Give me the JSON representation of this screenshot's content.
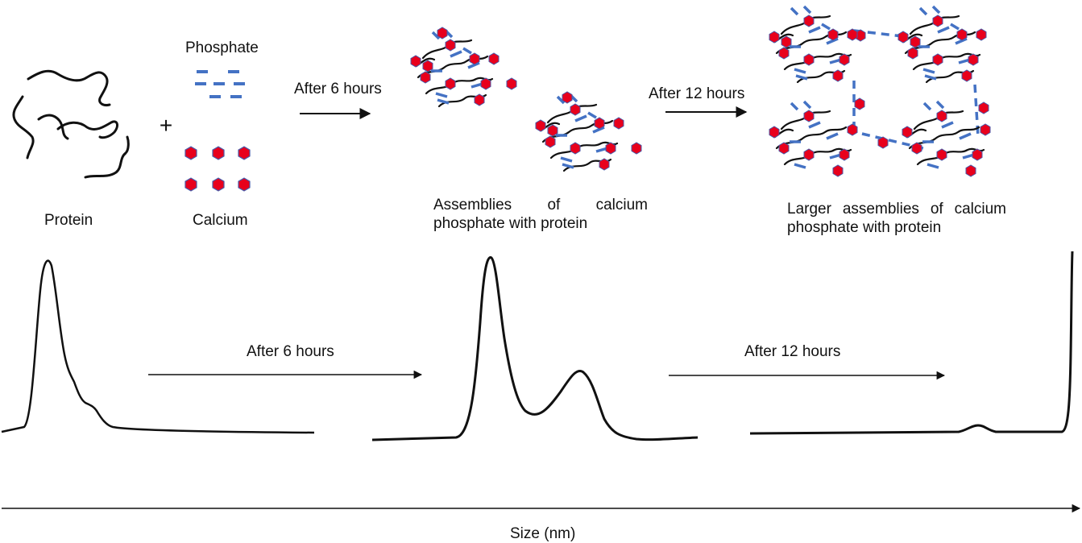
{
  "colors": {
    "protein": "#111111",
    "phosphate": "#4472c4",
    "calcium": "#e8001c",
    "calcium_outline": "#4a5aa8",
    "text": "#111111"
  },
  "labels": {
    "protein": "Protein",
    "phosphate": "Phosphate",
    "plus": "+",
    "calcium": "Calcium",
    "arrow_6h": "After 6 hours",
    "arrow_12h": "After 12 hours",
    "assemblies": "Assemblies of calcium phosphate with protein",
    "larger_assemblies": "Larger assemblies of calcium phosphate with protein",
    "size_axis": "Size (nm)"
  },
  "icons": {
    "protein": "protein-chain-icon",
    "phosphate": "phosphate-dash-icon",
    "calcium": "calcium-hexagon-icon",
    "arrow": "right-arrow-icon"
  }
}
